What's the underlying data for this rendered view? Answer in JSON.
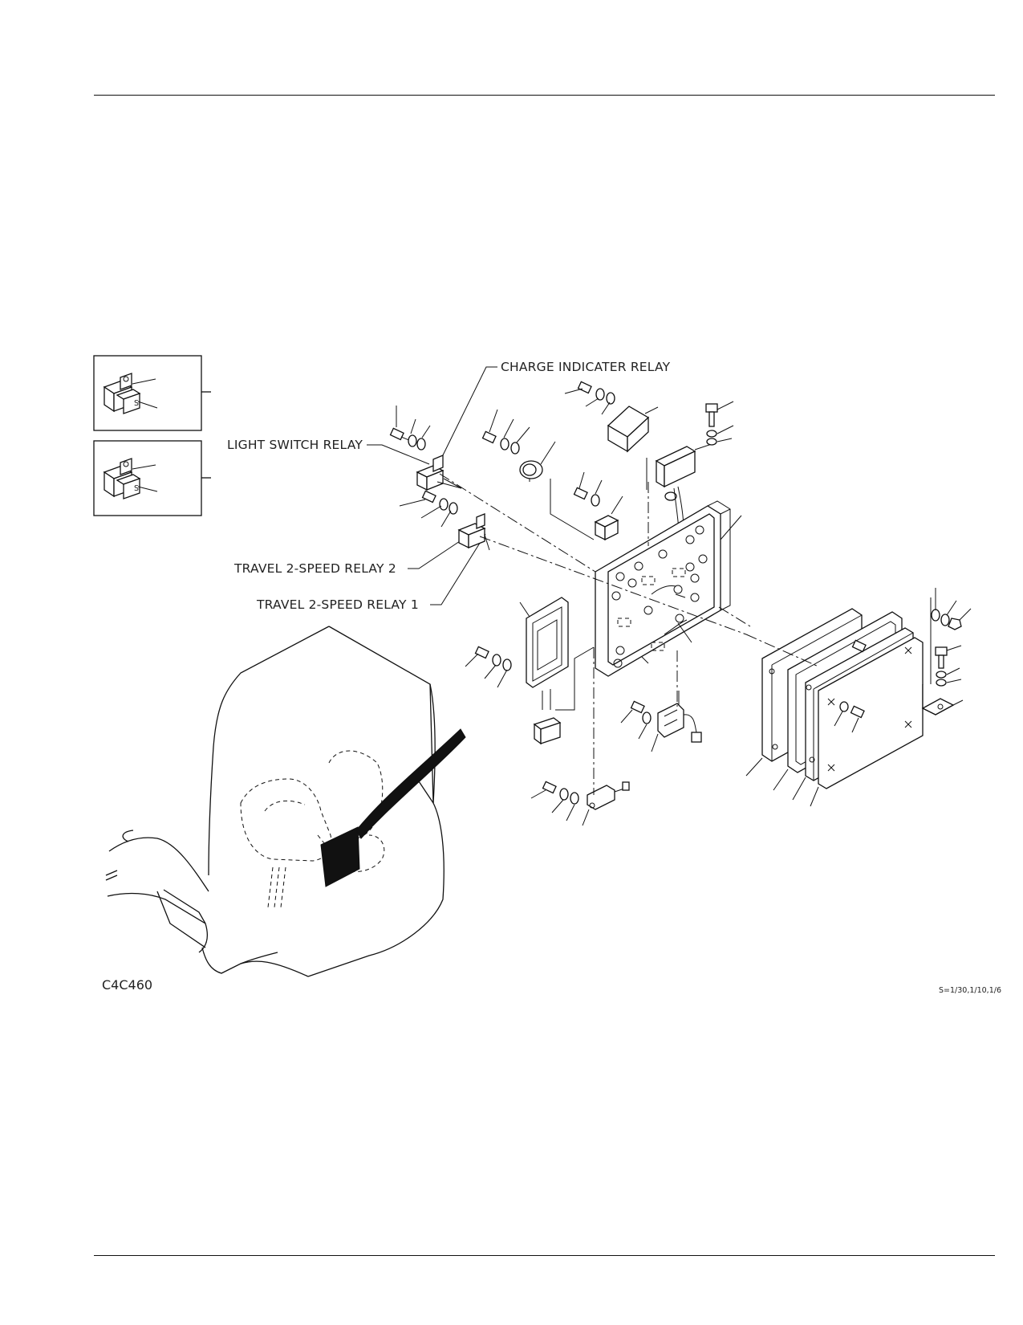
{
  "labels": {
    "charge_indicater_relay": "CHARGE INDICATER RELAY",
    "light_switch_relay": "LIGHT SWITCH RELAY",
    "travel_2_speed_relay_2": "TRAVEL 2-SPEED RELAY 2",
    "travel_2_speed_relay_1": "TRAVEL 2-SPEED RELAY 1"
  },
  "figure_code": "C4C460",
  "scale_note": "S=1/30,1/10,1/6",
  "inset_boxes": [
    {
      "mark": "S"
    },
    {
      "mark": "S"
    }
  ]
}
